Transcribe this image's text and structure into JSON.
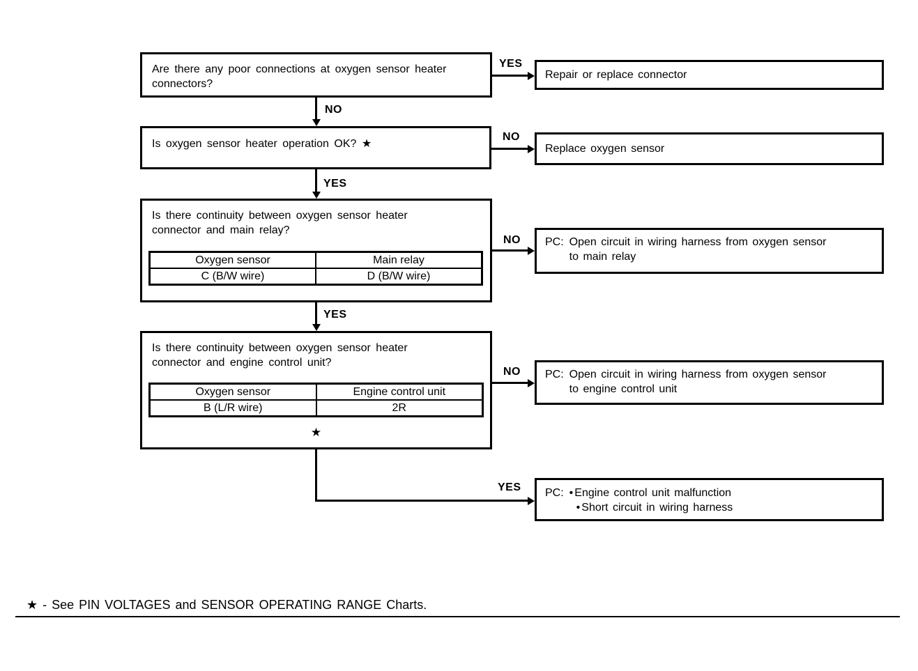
{
  "colors": {
    "ink": "#000000",
    "background": "#ffffff"
  },
  "flowchart": {
    "q1": {
      "text": "Are there any poor connections at oxygen sensor heater\nconnectors?"
    },
    "q2": {
      "text": "Is oxygen sensor heater operation OK? ★"
    },
    "q3": {
      "text": "Is there continuity between oxygen sensor heater\nconnector and main relay?",
      "table": {
        "col1_header": "Oxygen sensor",
        "col2_header": "Main relay",
        "col1_value": "C (B/W wire)",
        "col2_value": "D (B/W wire)"
      }
    },
    "q4": {
      "text": "Is there continuity between oxygen sensor heater\nconnector and engine control unit?",
      "table": {
        "col1_header": "Oxygen sensor",
        "col2_header": "Engine control unit",
        "col1_value": "B (L/R wire)",
        "col2_value": "2R"
      },
      "footnote_marker": "★"
    },
    "r1": {
      "text": "Repair or replace connector"
    },
    "r2": {
      "text": "Replace oxygen sensor"
    },
    "r3": {
      "prefix": "PC:",
      "text": "Open circuit in wiring harness from oxygen sensor\nto main relay"
    },
    "r4": {
      "prefix": "PC:",
      "text": "Open circuit in wiring harness from oxygen sensor\nto engine control unit"
    },
    "r5": {
      "prefix": "PC:",
      "bullet": "•",
      "item1": "Engine control unit malfunction",
      "item2": "Short circuit in wiring harness"
    },
    "labels": {
      "q1_right": "YES",
      "q1_down": "NO",
      "q2_right": "NO",
      "q2_down": "YES",
      "q3_right": "NO",
      "q3_down": "YES",
      "q4_right": "NO",
      "q4_down": "YES"
    }
  },
  "footer": {
    "note": "★ - See PIN VOLTAGES and SENSOR OPERATING RANGE Charts."
  }
}
